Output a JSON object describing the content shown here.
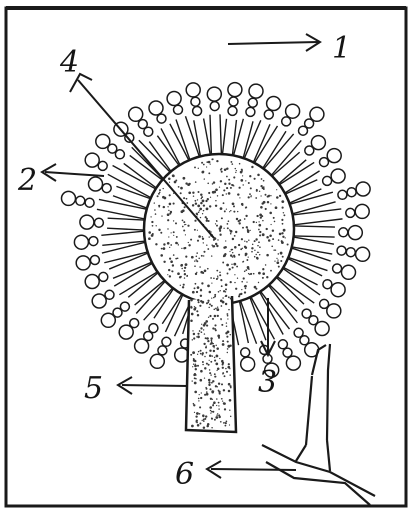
{
  "colors": {
    "ink": "#1a1a1a",
    "paper": "#ffffff",
    "stipple": "#3a3a3a"
  },
  "labels": [
    {
      "id": "1",
      "text": "1"
    },
    {
      "id": "2",
      "text": "2"
    },
    {
      "id": "3",
      "text": "3"
    },
    {
      "id": "4",
      "text": "4"
    },
    {
      "id": "5",
      "text": "5"
    },
    {
      "id": "6",
      "text": "6"
    }
  ]
}
